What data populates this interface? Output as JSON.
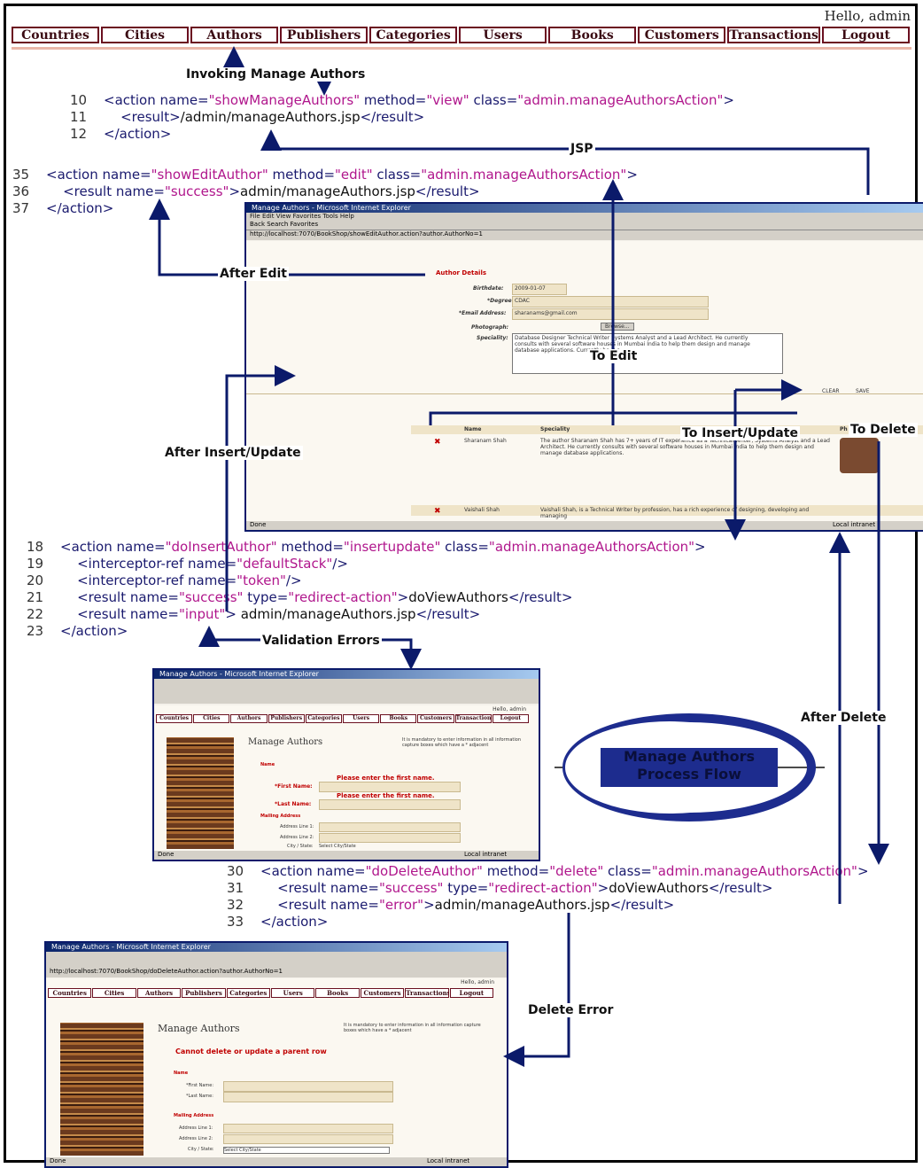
{
  "header": {
    "greeting": "Hello, admin"
  },
  "nav": [
    "Countries",
    "Cities",
    "Authors",
    "Publishers",
    "Categories",
    "Users",
    "Books",
    "Customers",
    "Transactions",
    "Logout"
  ],
  "labels": {
    "invoking": "Invoking Manage Authors",
    "jsp": "JSP",
    "after_edit": "After Edit",
    "after_insert": "After Insert/Update",
    "to_edit": "To Edit",
    "to_insert": "To Insert/Update",
    "to_delete": "To Delete",
    "validation": "Validation Errors",
    "after_delete": "After Delete",
    "delete_error": "Delete Error"
  },
  "logo": {
    "line1": "Manage Authors",
    "line2": "Process Flow"
  },
  "code_blocks": [
    {
      "lines": [
        {
          "n": "10",
          "segs": [
            [
              "tag",
              "<action name="
            ],
            [
              "val",
              "\"showManageAuthors\""
            ],
            [
              "tag",
              " method="
            ],
            [
              "val",
              "\"view\""
            ],
            [
              "tag",
              " class="
            ],
            [
              "val",
              "\"admin.manageAuthorsAction\""
            ],
            [
              "tag",
              ">"
            ]
          ]
        },
        {
          "n": "11",
          "segs": [
            [
              "tag",
              "    <result>"
            ],
            [
              "txt",
              "/admin/manageAuthors.jsp"
            ],
            [
              "tag",
              "</result>"
            ]
          ]
        },
        {
          "n": "12",
          "segs": [
            [
              "tag",
              "</action>"
            ]
          ]
        }
      ]
    },
    {
      "lines": [
        {
          "n": "35",
          "segs": [
            [
              "tag",
              "<action name="
            ],
            [
              "val",
              "\"showEditAuthor\""
            ],
            [
              "tag",
              " method="
            ],
            [
              "val",
              "\"edit\""
            ],
            [
              "tag",
              " class="
            ],
            [
              "val",
              "\"admin.manageAuthorsAction\""
            ],
            [
              "tag",
              ">"
            ]
          ]
        },
        {
          "n": "36",
          "segs": [
            [
              "tag",
              "    <result name="
            ],
            [
              "val",
              "\"success\""
            ],
            [
              "tag",
              ">"
            ],
            [
              "txt",
              "admin/manageAuthors.jsp"
            ],
            [
              "tag",
              "</result>"
            ]
          ]
        },
        {
          "n": "37",
          "segs": [
            [
              "tag",
              "</action>"
            ]
          ]
        }
      ]
    },
    {
      "lines": [
        {
          "n": "18",
          "segs": [
            [
              "tag",
              "<action name="
            ],
            [
              "val",
              "\"doInsertAuthor\""
            ],
            [
              "tag",
              " method="
            ],
            [
              "val",
              "\"insertupdate\""
            ],
            [
              "tag",
              " class="
            ],
            [
              "val",
              "\"admin.manageAuthorsAction\""
            ],
            [
              "tag",
              ">"
            ]
          ]
        },
        {
          "n": "19",
          "segs": [
            [
              "tag",
              "    <interceptor-ref name="
            ],
            [
              "val",
              "\"defaultStack\""
            ],
            [
              "tag",
              "/>"
            ]
          ]
        },
        {
          "n": "20",
          "segs": [
            [
              "tag",
              "    <interceptor-ref name="
            ],
            [
              "val",
              "\"token\""
            ],
            [
              "tag",
              "/>"
            ]
          ]
        },
        {
          "n": "21",
          "segs": [
            [
              "tag",
              "    <result name="
            ],
            [
              "val",
              "\"success\""
            ],
            [
              "tag",
              " type="
            ],
            [
              "val",
              "\"redirect-action\""
            ],
            [
              "tag",
              ">"
            ],
            [
              "txt",
              "doViewAuthors"
            ],
            [
              "tag",
              "</result>"
            ]
          ]
        },
        {
          "n": "22",
          "segs": [
            [
              "tag",
              "    <result name="
            ],
            [
              "val",
              "\"input\""
            ],
            [
              "tag",
              "> "
            ],
            [
              "txt",
              "admin/manageAuthors.jsp"
            ],
            [
              "tag",
              "</result>"
            ]
          ]
        },
        {
          "n": "23",
          "segs": [
            [
              "tag",
              "</action>"
            ]
          ]
        }
      ]
    },
    {
      "lines": [
        {
          "n": "30",
          "segs": [
            [
              "tag",
              "<action name="
            ],
            [
              "val",
              "\"doDeleteAuthor\""
            ],
            [
              "tag",
              " method="
            ],
            [
              "val",
              "\"delete\""
            ],
            [
              "tag",
              " class="
            ],
            [
              "val",
              "\"admin.manageAuthorsAction\""
            ],
            [
              "tag",
              ">"
            ]
          ]
        },
        {
          "n": "31",
          "segs": [
            [
              "tag",
              "    <result name="
            ],
            [
              "val",
              "\"success\""
            ],
            [
              "tag",
              " type="
            ],
            [
              "val",
              "\"redirect-action\""
            ],
            [
              "tag",
              ">"
            ],
            [
              "txt",
              "doViewAuthors"
            ],
            [
              "tag",
              "</result>"
            ]
          ]
        },
        {
          "n": "32",
          "segs": [
            [
              "tag",
              "    <result name="
            ],
            [
              "val",
              "\"error\""
            ],
            [
              "tag",
              ">"
            ],
            [
              "txt",
              "admin/manageAuthors.jsp"
            ],
            [
              "tag",
              "</result>"
            ]
          ]
        },
        {
          "n": "33",
          "segs": [
            [
              "tag",
              "</action>"
            ]
          ]
        }
      ]
    }
  ],
  "screens": {
    "edit": {
      "title": "Manage Authors - Microsoft Internet Explorer",
      "menu": "File  Edit  View  Favorites  Tools  Help",
      "toolbar": "Back   Search   Favorites",
      "address": "http://localhost:7070/BookShop/showEditAuthor.action?author.AuthorNo=1",
      "section": "Author Details",
      "birthdate_label": "Birthdate:",
      "birthdate": "2009-01-07",
      "degree_label": "*Degree:",
      "degree": "CDAC",
      "email_label": "*Email Address:",
      "email": "sharanams@gmail.com",
      "photo_label": "Photograph:",
      "browse": "Browse...",
      "spec_label": "Speciality:",
      "spec_text": "Database Designer Technical Writer Systems Analyst and a Lead Architect. He currently consults with several software houses in Mumbai India to help them design and manage database applications. Currently he is a",
      "clear": "CLEAR",
      "save": "SAVE",
      "col_name": "Name",
      "col_spec": "Speciality",
      "col_ph": "Ph",
      "row1_name": "Sharanam Shah",
      "row2_name": "Vaishali Shah",
      "row1_text": "The author Sharanam Shah has 7+ years of IT experience as a Technical Writer, Systems Analyst and a Lead Architect. He currently consults with several software houses in Mumbai India to help them design and manage database applications.",
      "row2_text": "Vaishali Shah, is a Technical Writer by profession, has a rich experience of designing, developing and managing",
      "status": "Done",
      "zone": "Local intranet"
    },
    "validation": {
      "title": "Manage Authors - Microsoft Internet Explorer",
      "heading": "Manage Authors",
      "note": "It is mandatory to enter information in all information capture boxes which have a * adjacent",
      "name_hdr": "Name",
      "err1": "Please enter the first name.",
      "err2": "Please enter the first name.",
      "first": "*First Name:",
      "last": "*Last Name:",
      "mail": "Mailing Address",
      "addr1": "Address Line 1:",
      "addr2": "Address Line 2:",
      "city": "City / State:",
      "city_sel": "Select City/State",
      "greet": "Hello, admin",
      "status": "Done",
      "zone": "Local intranet"
    },
    "delete": {
      "title": "Manage Authors - Microsoft Internet Explorer",
      "address": "http://localhost:7070/BookShop/doDeleteAuthor.action?author.AuthorNo=1",
      "heading": "Manage Authors",
      "note": "It is mandatory to enter information in all information capture boxes which have a * adjacent",
      "err": "Cannot delete or update a parent row",
      "name_hdr": "Name",
      "first": "*First Name:",
      "last": "*Last Name:",
      "mail": "Mailing Address",
      "addr1": "Address Line 1:",
      "addr2": "Address Line 2:",
      "city": "City / State:",
      "city_sel": "Select City/State",
      "greet": "Hello, admin",
      "status": "Done",
      "zone": "Local intranet"
    }
  },
  "colors": {
    "tag": "#1a1a6e",
    "value": "#b0168c",
    "arrow": "#0b1a6a",
    "nav_border": "#6b1020"
  }
}
